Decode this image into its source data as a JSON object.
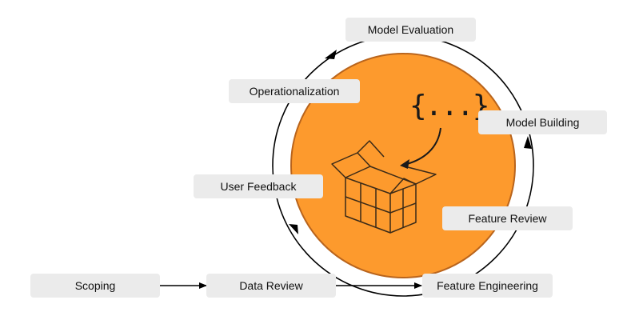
{
  "stages": {
    "model_evaluation": "Model Evaluation",
    "operationalization": "Operationalization",
    "model_building": "Model Building",
    "user_feedback": "User Feedback",
    "feature_review": "Feature Review",
    "scoping": "Scoping",
    "data_review": "Data Review",
    "feature_engineering": "Feature Engineering"
  },
  "code_symbol": "{...}",
  "colors": {
    "circle_fill": "#fd9a2d",
    "circle_stroke": "#b9641c",
    "box_fill": "#ebebeb",
    "line": "#000000"
  }
}
